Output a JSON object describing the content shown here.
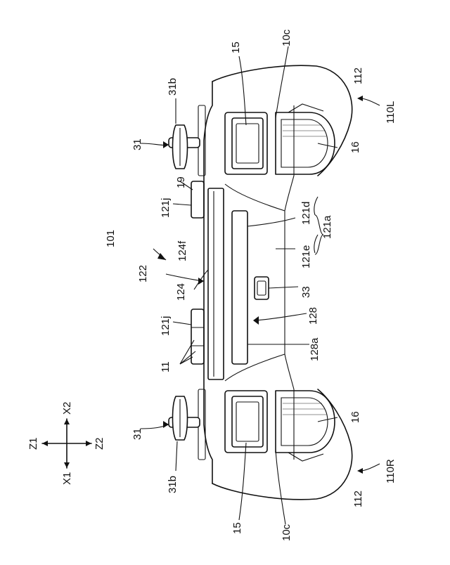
{
  "labels": {
    "r101": "101",
    "r122": "122",
    "r124": "124",
    "r124f": "124f",
    "r121j_top": "121j",
    "r121j_bottom": "121j",
    "r19": "19",
    "r11": "11",
    "r31_top": "31",
    "r31_bottom": "31",
    "r31b_top": "31b",
    "r31b_bottom": "31b",
    "r15_top": "15",
    "r15_bottom": "15",
    "r10c_top": "10c",
    "r10c_bottom": "10c",
    "r112_top": "112",
    "r112_bottom": "112",
    "r110L": "110L",
    "r110R": "110R",
    "r16_top": "16",
    "r16_bottom": "16",
    "r121d": "121d",
    "r121a": "121a",
    "r121e": "121e",
    "r33": "33",
    "r128": "128",
    "r128a": "128a"
  },
  "axes": {
    "z1": "Z1",
    "z2": "Z2",
    "x1": "X1",
    "x2": "X2"
  }
}
